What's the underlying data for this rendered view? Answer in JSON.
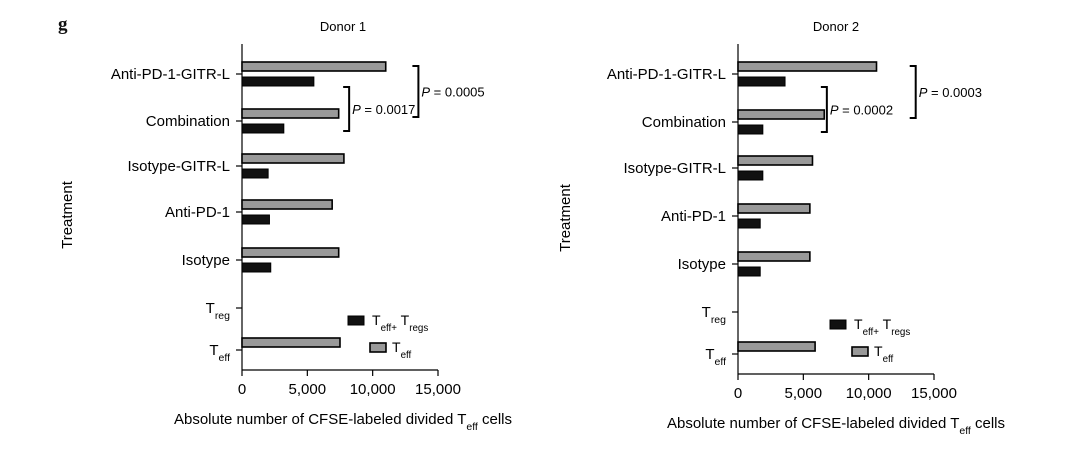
{
  "panel_label": "g",
  "chart_data": [
    {
      "type": "bar",
      "title": "Donor 1",
      "ylabel": "Treatment",
      "xlabel": "Absolute number of CFSE-labeled divided T<sub>eff</sub> cells",
      "xlim": [
        0,
        15000
      ],
      "xticks": [
        0,
        5000,
        10000,
        15000
      ],
      "xtick_labels": [
        "0",
        "5,000",
        "10,000",
        "15,000"
      ],
      "categories": [
        "Anti-PD-1-GITR-L",
        "Combination",
        "Isotype-GITR-L",
        "Anti-PD-1",
        "Isotype",
        "T<sub>reg</sub>",
        "T<sub>eff</sub>"
      ],
      "series": [
        {
          "name": "T<sub>eff</sub>",
          "color": "#999999",
          "values": [
            11000,
            7400,
            7800,
            6900,
            7400,
            0,
            7500
          ]
        },
        {
          "name": "T<sub>eff+</sub> T<sub>regs</sub>",
          "color": "#111111",
          "values": [
            5500,
            3200,
            2000,
            2100,
            2200,
            0,
            0
          ]
        }
      ],
      "annotations": [
        {
          "text": "<tspan font-style='italic'>P</tspan> = 0.0017",
          "from": "Anti-PD-1-GITR-L",
          "to": "Combination",
          "bracket_value": 8200
        },
        {
          "text": "<tspan font-style='italic'>P</tspan> = 0.0005",
          "from": "Anti-PD-1-GITR-L",
          "to": "Combination",
          "bracket_value": 13500
        }
      ],
      "legend": {
        "placement": "bottom-right"
      }
    },
    {
      "type": "bar",
      "title": "Donor 2",
      "ylabel": "Treatment",
      "xlabel": "Absolute number of CFSE-labeled divided T<sub>eff</sub> cells",
      "xlim": [
        0,
        15000
      ],
      "xticks": [
        0,
        5000,
        10000,
        15000
      ],
      "xtick_labels": [
        "0",
        "5,000",
        "10,000",
        "15,000"
      ],
      "categories": [
        "Anti-PD-1-GITR-L",
        "Combination",
        "Isotype-GITR-L",
        "Anti-PD-1",
        "Isotype",
        "T<sub>reg</sub>",
        "T<sub>eff</sub>"
      ],
      "series": [
        {
          "name": "T<sub>eff</sub>",
          "color": "#999999",
          "values": [
            10600,
            6600,
            5700,
            5500,
            5500,
            0,
            5900
          ]
        },
        {
          "name": "T<sub>eff+</sub> T<sub>regs</sub>",
          "color": "#111111",
          "values": [
            3600,
            1900,
            1900,
            1700,
            1700,
            0,
            0
          ]
        }
      ],
      "annotations": [
        {
          "text": "<tspan font-style='italic'>P</tspan> = 0.0002",
          "from": "Anti-PD-1-GITR-L",
          "to": "Combination",
          "bracket_value": 6800
        },
        {
          "text": "<tspan font-style='italic'>P</tspan> = 0.0003",
          "from": "Anti-PD-1-GITR-L",
          "to": "Combination",
          "bracket_value": 13600
        }
      ],
      "legend": {
        "placement": "bottom-right"
      }
    }
  ]
}
